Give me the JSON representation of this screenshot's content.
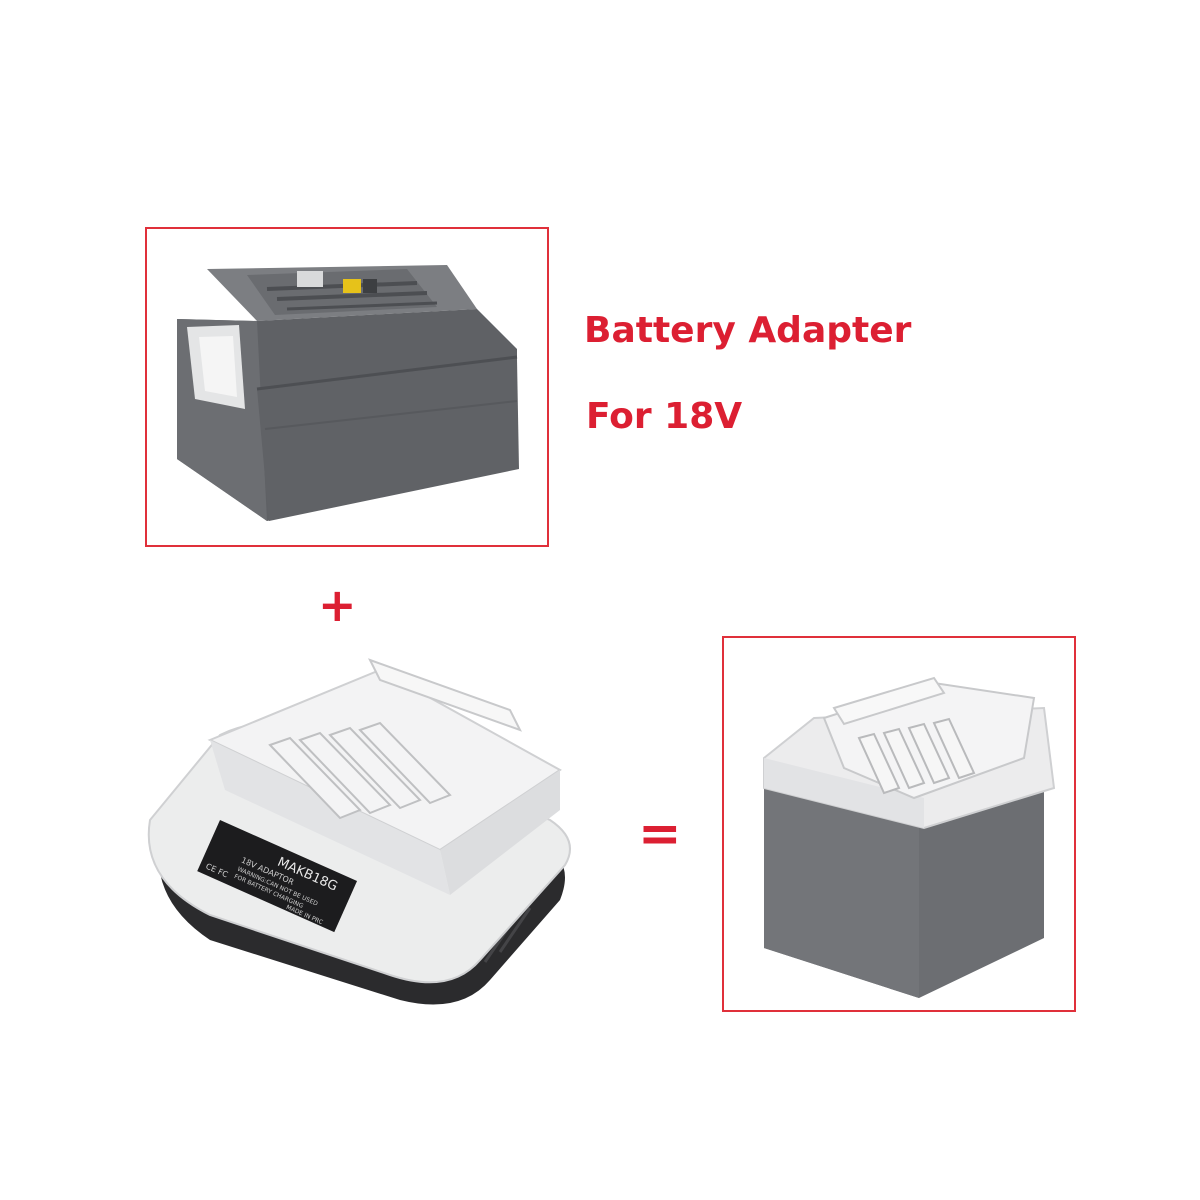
{
  "heading": {
    "line1": "Battery Adapter",
    "line2": "For 18V"
  },
  "operators": {
    "plus": "+",
    "equals": "="
  },
  "adapter_label": {
    "model": "MAKB18G",
    "type": "18V ADAPTOR",
    "warning": "WARNING:CAN NOT BE USED",
    "warning2": "FOR BATTERY CHARGING",
    "origin": "MADE IN PRC",
    "marks": "CE FC"
  },
  "colors": {
    "accent_red": "#dc1f32",
    "battery_gray": "#6b6d70",
    "adapter_white": "#e9eaec"
  }
}
